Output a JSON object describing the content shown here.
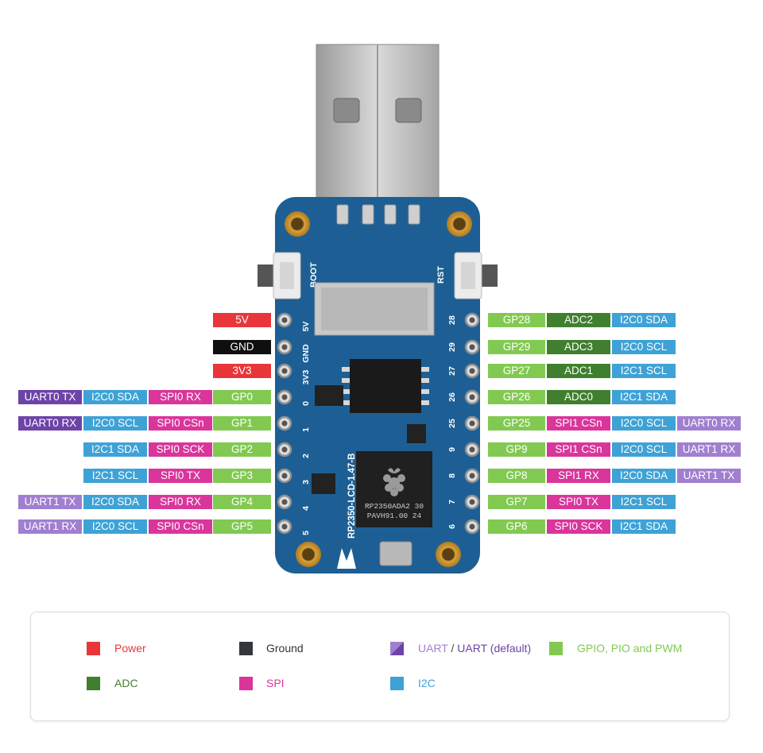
{
  "board": {
    "silk_pins_left": [
      "5V",
      "GND",
      "3V3",
      "0",
      "1",
      "2",
      "3",
      "4",
      "5"
    ],
    "silk_pins_right": [
      "28",
      "29",
      "27",
      "26",
      "25",
      "9",
      "8",
      "7",
      "6"
    ],
    "boot": "BOOT",
    "rst": "RST",
    "model": "RP2350-LCD-1.47-B",
    "chip": [
      "RP2350ADA2 30",
      "PAVH91.00   24"
    ]
  },
  "left_rows": [
    {
      "pin": "5V",
      "cat": "power",
      "extras": []
    },
    {
      "pin": "GND",
      "cat": "ground",
      "extras": []
    },
    {
      "pin": "3V3",
      "cat": "power",
      "extras": []
    },
    {
      "pin": "GP0",
      "cat": "gpio",
      "extras": [
        {
          "t": "SPI0 RX",
          "c": "spi"
        },
        {
          "t": "I2C0 SDA",
          "c": "i2c"
        },
        {
          "t": "UART0 TX",
          "c": "uartd"
        }
      ]
    },
    {
      "pin": "GP1",
      "cat": "gpio",
      "extras": [
        {
          "t": "SPI0 CSn",
          "c": "spi"
        },
        {
          "t": "I2C0 SCL",
          "c": "i2c"
        },
        {
          "t": "UART0 RX",
          "c": "uartd"
        }
      ]
    },
    {
      "pin": "GP2",
      "cat": "gpio",
      "extras": [
        {
          "t": "SPI0 SCK",
          "c": "spi"
        },
        {
          "t": "I2C1 SDA",
          "c": "i2c"
        }
      ]
    },
    {
      "pin": "GP3",
      "cat": "gpio",
      "extras": [
        {
          "t": "SPI0 TX",
          "c": "spi"
        },
        {
          "t": "I2C1 SCL",
          "c": "i2c"
        }
      ]
    },
    {
      "pin": "GP4",
      "cat": "gpio",
      "extras": [
        {
          "t": "SPI0 RX",
          "c": "spi"
        },
        {
          "t": "I2C0 SDA",
          "c": "i2c"
        },
        {
          "t": "UART1 TX",
          "c": "uart"
        }
      ]
    },
    {
      "pin": "GP5",
      "cat": "gpio",
      "extras": [
        {
          "t": "SPI0 CSn",
          "c": "spi"
        },
        {
          "t": "I2C0 SCL",
          "c": "i2c"
        },
        {
          "t": "UART1 RX",
          "c": "uart"
        }
      ]
    }
  ],
  "right_rows": [
    {
      "pin": "GP28",
      "cat": "gpio",
      "extras": [
        {
          "t": "ADC2",
          "c": "adc"
        },
        {
          "t": "I2C0 SDA",
          "c": "i2c"
        }
      ]
    },
    {
      "pin": "GP29",
      "cat": "gpio",
      "extras": [
        {
          "t": "ADC3",
          "c": "adc"
        },
        {
          "t": "I2C0 SCL",
          "c": "i2c"
        }
      ]
    },
    {
      "pin": "GP27",
      "cat": "gpio",
      "extras": [
        {
          "t": "ADC1",
          "c": "adc"
        },
        {
          "t": "I2C1 SCL",
          "c": "i2c"
        }
      ]
    },
    {
      "pin": "GP26",
      "cat": "gpio",
      "extras": [
        {
          "t": "ADC0",
          "c": "adc"
        },
        {
          "t": "I2C1 SDA",
          "c": "i2c"
        }
      ]
    },
    {
      "pin": "GP25",
      "cat": "gpio",
      "extras": [
        {
          "t": "SPI1 CSn",
          "c": "spi"
        },
        {
          "t": "I2C0 SCL",
          "c": "i2c"
        },
        {
          "t": "UART0 RX",
          "c": "uart"
        }
      ]
    },
    {
      "pin": "GP9",
      "cat": "gpio",
      "extras": [
        {
          "t": "SPI1 CSn",
          "c": "spi"
        },
        {
          "t": "I2C0 SCL",
          "c": "i2c"
        },
        {
          "t": "UART1 RX",
          "c": "uart"
        }
      ]
    },
    {
      "pin": "GP8",
      "cat": "gpio",
      "extras": [
        {
          "t": "SPI1 RX",
          "c": "spi"
        },
        {
          "t": "I2C0 SDA",
          "c": "i2c"
        },
        {
          "t": "UART1 TX",
          "c": "uart"
        }
      ]
    },
    {
      "pin": "GP7",
      "cat": "gpio",
      "extras": [
        {
          "t": "SPI0 TX",
          "c": "spi"
        },
        {
          "t": "I2C1 SCL",
          "c": "i2c"
        }
      ]
    },
    {
      "pin": "GP6",
      "cat": "gpio",
      "extras": [
        {
          "t": "SPI0 SCK",
          "c": "spi"
        },
        {
          "t": "I2C1 SDA",
          "c": "i2c"
        }
      ]
    }
  ],
  "legend": {
    "power": "Power",
    "ground": "Ground",
    "uart": "UART",
    "uart_sep": " / ",
    "uart_default": "UART (default)",
    "gpio": "GPIO, PIO and PWM",
    "adc": "ADC",
    "spi": "SPI",
    "i2c": "I2C"
  },
  "colors": {
    "power": "#e8363b",
    "ground": "#0f0f0f",
    "gpio": "#82c952",
    "adc": "#3f7f2e",
    "spi": "#d9359b",
    "i2c": "#3ea2d6",
    "uart_default": "#6d43a8",
    "uart": "#a07fd0",
    "board": "#1d5f94"
  }
}
